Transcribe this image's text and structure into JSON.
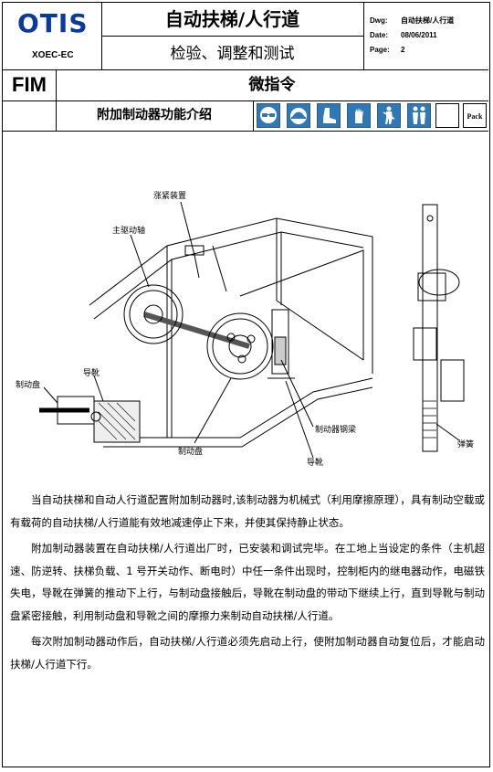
{
  "header": {
    "logo": "OTIS",
    "logo_sub": "XOEC-EC",
    "title": "自动扶梯/人行道",
    "subtitle": "检验、调整和测试",
    "meta": {
      "dwg_label": "Dwg:",
      "dwg_value": "自动扶梯/人行道",
      "date_label": "Date:",
      "date_value": "08/06/2011",
      "page_label": "Page:",
      "page_value": "2"
    }
  },
  "fim_row": {
    "label": "FIM",
    "title": "微指令"
  },
  "sub_row": {
    "title": "附加制动器功能介绍",
    "ppe_icons": [
      "safety-glasses-icon",
      "hard-hat-icon",
      "safety-boots-icon",
      "gloves-icon",
      "harness-icon",
      "two-person-icon"
    ],
    "pack_label": "Pack"
  },
  "figure": {
    "labels": {
      "tensioner": "涨紧装置",
      "main_shaft": "主驱动轴",
      "brake_disc_left": "制动盘",
      "guide_shoe_top": "导靴",
      "brake_steel_beam": "制动器钢梁",
      "brake_disc_bottom": "制动盘",
      "guide_shoe_bottom": "导靴",
      "spring": "弹簧"
    }
  },
  "body": {
    "paragraphs": [
      "当自动扶梯和自动人行道配置附加制动器时,该制动器为机械式（利用摩擦原理），具有制动空载或有载荷的自动扶梯/人行道能有效地减速停止下来，并使其保持静止状态。",
      "附加制动器装置在自动扶梯/人行道出厂时，已安装和调试完毕。在工地上当设定的条件（主机超速、防逆转、扶梯负载、1 号开关动作、断电时）中任一条件出现时，控制柜内的继电器动作，电磁铁失电，导靴在弹簧的推动下上行，与制动盘接触后，导靴在制动盘的带动下继续上行，直到导靴与制动盘紧密接触，利用制动盘和导靴之间的摩擦力来制动自动扶梯/人行道。",
      "每次附加制动器动作后，自动扶梯/人行道必须先启动上行，使附加制动器自动复位后，才能启动扶梯/人行道下行。"
    ]
  },
  "colors": {
    "logo_blue": "#0a3b9c",
    "ppe_blue": "#2f78b7"
  }
}
